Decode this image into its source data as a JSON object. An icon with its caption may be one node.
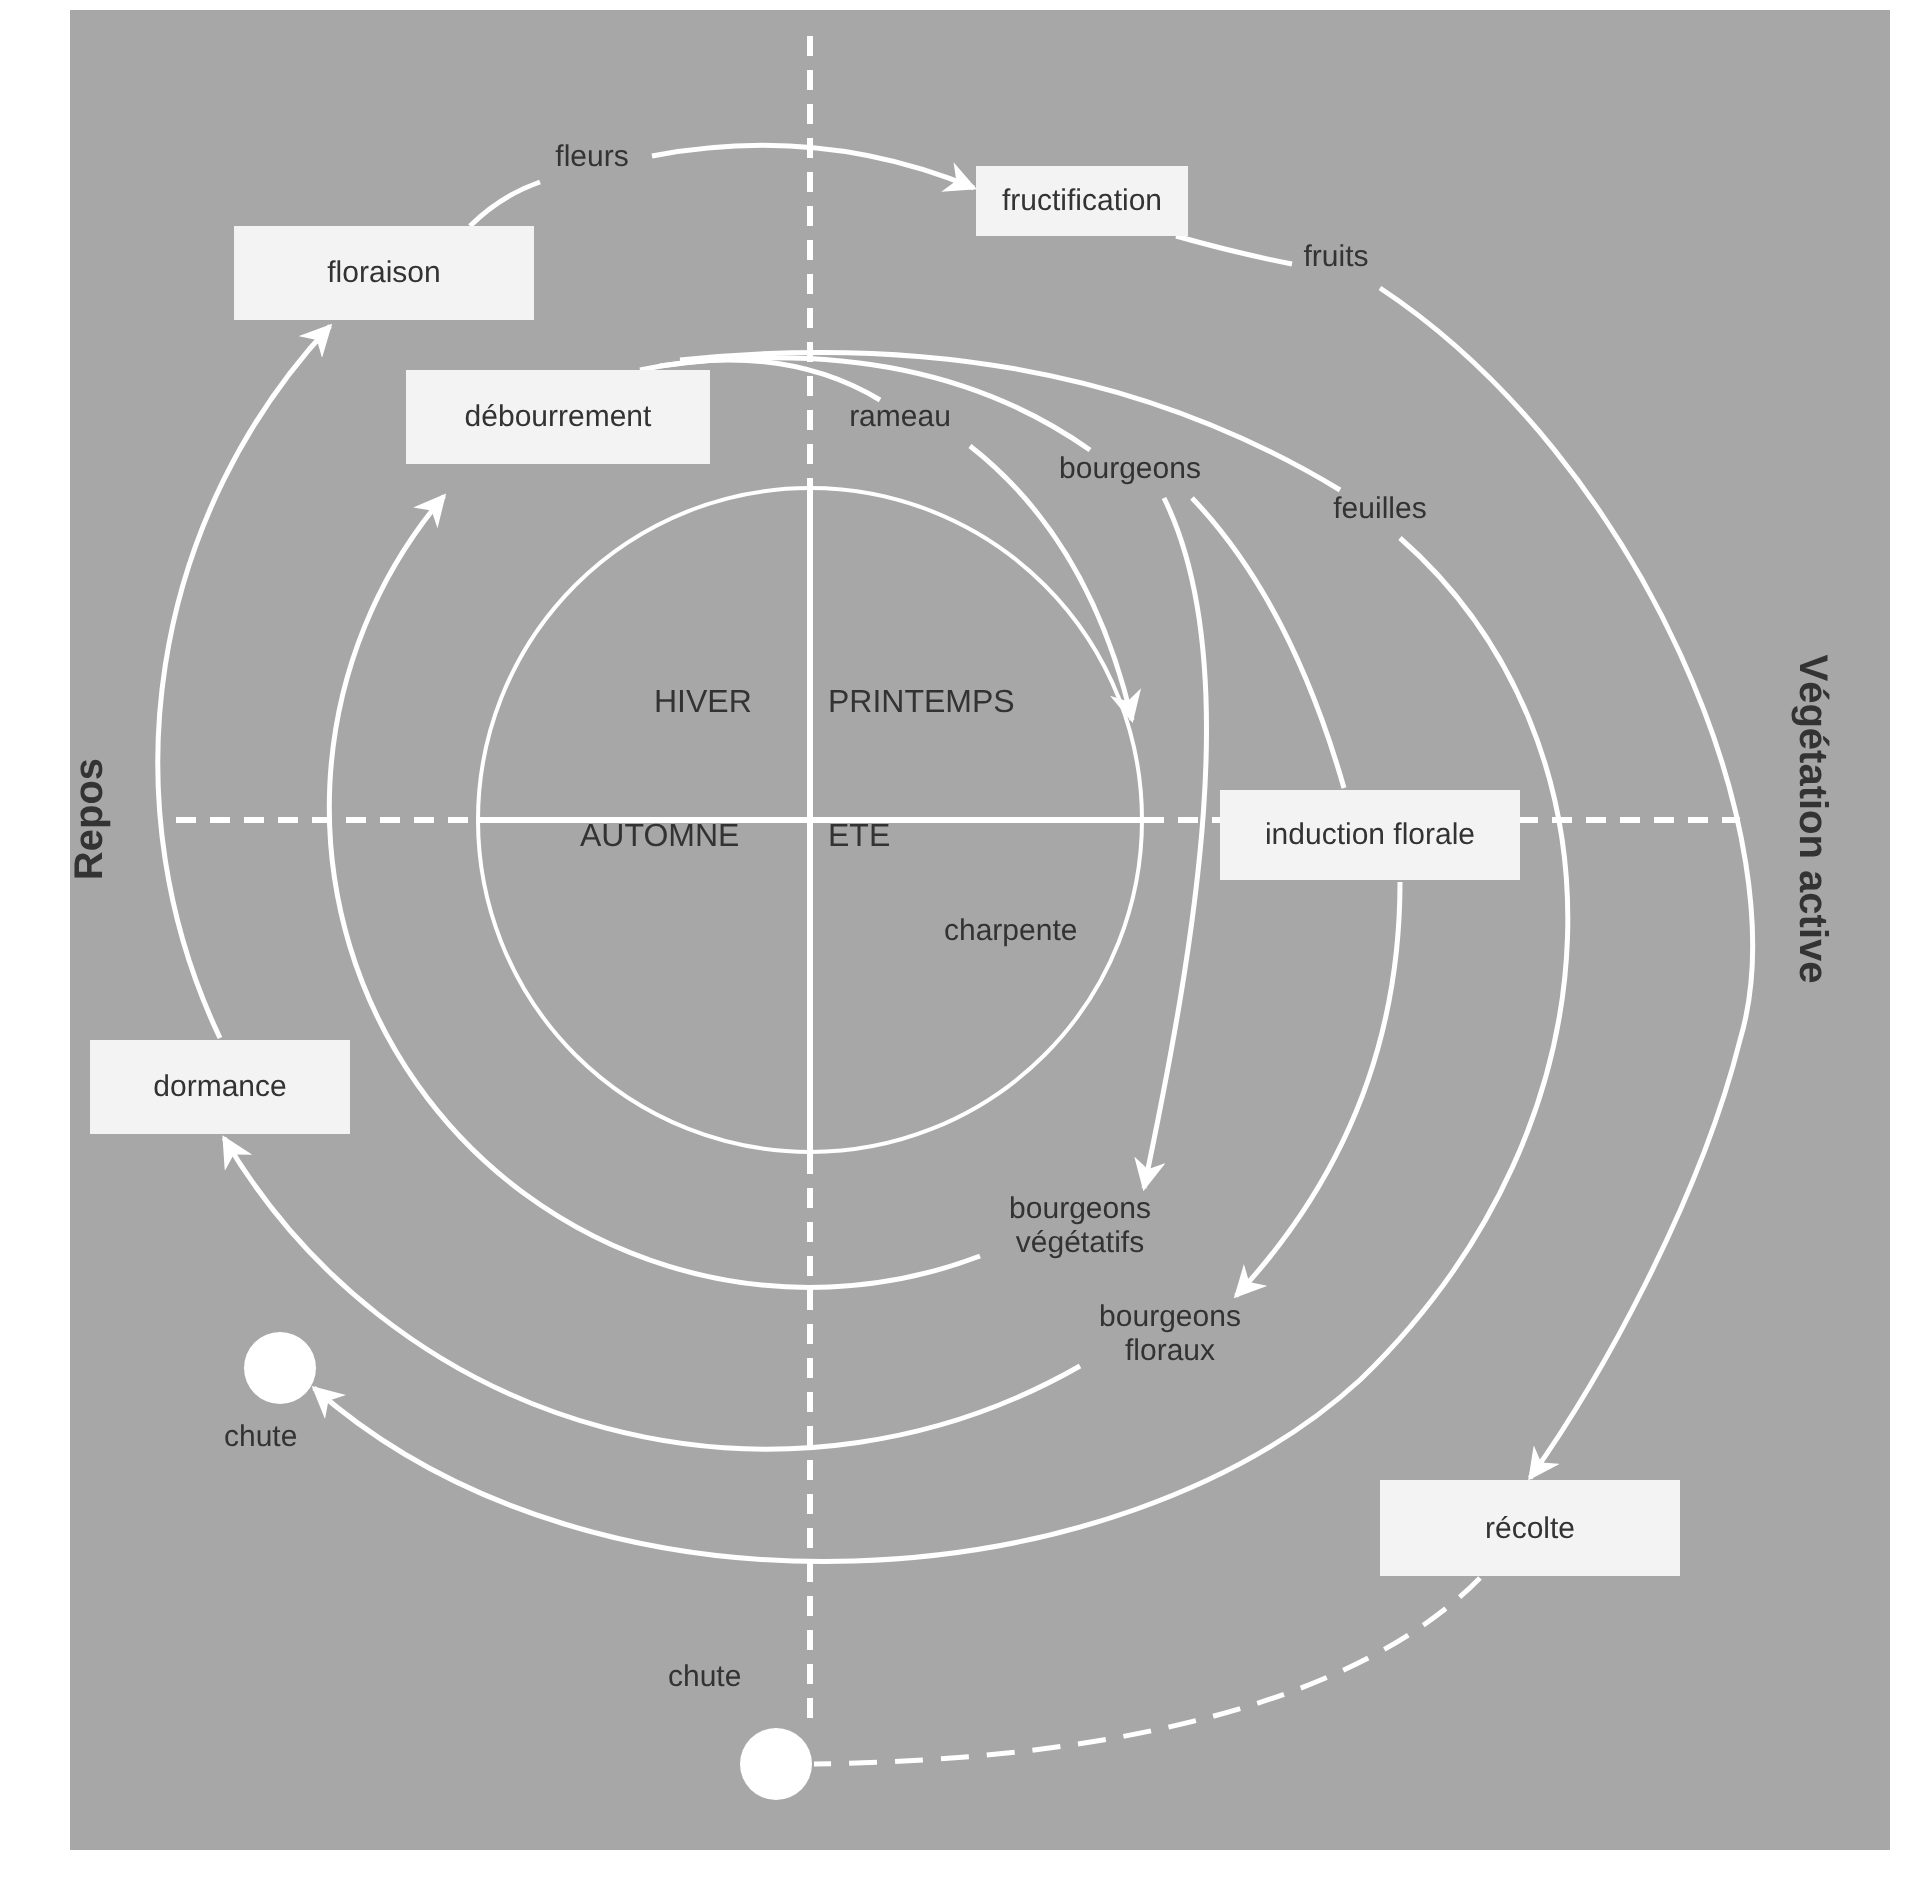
{
  "diagram": {
    "nodes": [
      {
        "text": [
          "fleurs"
        ]
      },
      {
        "text": [
          "fructification"
        ]
      },
      {
        "text": [
          "floraison"
        ]
      },
      {
        "text": [
          "fruits"
        ]
      },
      {
        "text": [
          "débourrement"
        ]
      },
      {
        "text": [
          "rameau"
        ]
      },
      {
        "text": [
          "bourgeons"
        ]
      },
      {
        "text": [
          "feuilles"
        ]
      },
      {
        "text": [
          "induction florale"
        ]
      },
      {
        "text": [
          "charpente"
        ]
      },
      {
        "text": [
          "dormance"
        ]
      },
      {
        "text": [
          "bourgeons végétatifs"
        ]
      },
      {
        "text": [
          "bourgeons floraux"
        ]
      },
      {
        "text": [],
        "shape": "circle",
        "beside": [
          "chute"
        ]
      },
      {
        "text": [
          "récolte"
        ]
      },
      {
        "text": [],
        "shape": "circle",
        "beside": [
          "chute"
        ]
      }
    ],
    "edges": [
      {
        "from": 2,
        "to": 0,
        "arrow": "none"
      },
      {
        "from": 0,
        "to": 1,
        "arrow": "to"
      },
      {
        "from": 1,
        "to": 3,
        "arrow": "none"
      },
      {
        "from": 4,
        "to": 5,
        "arrow": "none"
      },
      {
        "from": 4,
        "to": 6,
        "arrow": "none"
      },
      {
        "from": 4,
        "to": 7,
        "arrow": "none"
      },
      {
        "from": 5,
        "to": 9,
        "arrow": "to"
      },
      {
        "from": 6,
        "to": 8,
        "arrow": "none"
      },
      {
        "from": 6,
        "to": 11,
        "arrow": "to"
      },
      {
        "from": 8,
        "to": 12,
        "arrow": "to"
      },
      {
        "from": 11,
        "to": 4,
        "arrow": "to"
      },
      {
        "from": 12,
        "to": 10,
        "arrow": "to"
      },
      {
        "from": 10,
        "to": 2,
        "arrow": "to"
      },
      {
        "from": 7,
        "to": 13,
        "arrow": "to"
      },
      {
        "from": 3,
        "to": 14,
        "arrow": "to"
      },
      {
        "from": 14,
        "to": 15,
        "arrow": "none",
        "style": "dashed"
      }
    ],
    "labels": [
      "Repos",
      "HIVER",
      "PRINTEMPS",
      "AUTOMNE",
      "ETE",
      "Végétation active"
    ]
  }
}
